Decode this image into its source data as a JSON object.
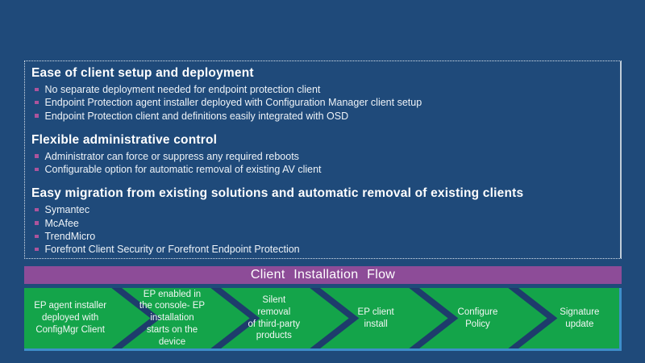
{
  "colors": {
    "background": "#1f4a7a",
    "box_border": "#d9e2ec",
    "heading_text": "#ffffff",
    "body_text": "#eef3f8",
    "bullet": "#ad549c",
    "banner_bg": "#8d4c98",
    "banner_text": "#ffffff",
    "flow_green": "#14a44a",
    "flow_separator": "#1e3c6c",
    "flow_edge_highlight": "#3d8ec9",
    "flow_text": "#f2f7f4"
  },
  "content_box": {
    "sections": [
      {
        "heading": "Ease of client setup and deployment",
        "bullets": [
          "No separate deployment needed for endpoint protection client",
          "Endpoint Protection agent installer deployed with Configuration Manager client setup",
          "Endpoint Protection client and definitions easily integrated with OSD"
        ]
      },
      {
        "heading": "Flexible administrative control",
        "bullets": [
          "Administrator can force or suppress any required reboots",
          "Configurable option for automatic removal of existing AV client"
        ]
      },
      {
        "heading": "Easy migration from existing solutions and automatic removal of existing clients",
        "bullets": [
          "Symantec",
          "McAfee",
          "TrendMicro",
          "Forefront Client Security or Forefront Endpoint Protection"
        ]
      }
    ]
  },
  "banner": {
    "title": "Client Installation Flow"
  },
  "flow": {
    "steps": [
      {
        "label": "EP agent installer\ndeployed with\nConfigMgr Client"
      },
      {
        "label": "EP enabled in\nthe console- EP\ninstallation\nstarts on the\ndevice"
      },
      {
        "label": "Silent\nremoval\nof third-party\nproducts"
      },
      {
        "label": "EP client\ninstall"
      },
      {
        "label": "Configure\nPolicy"
      },
      {
        "label": "Signature\nupdate"
      }
    ]
  }
}
